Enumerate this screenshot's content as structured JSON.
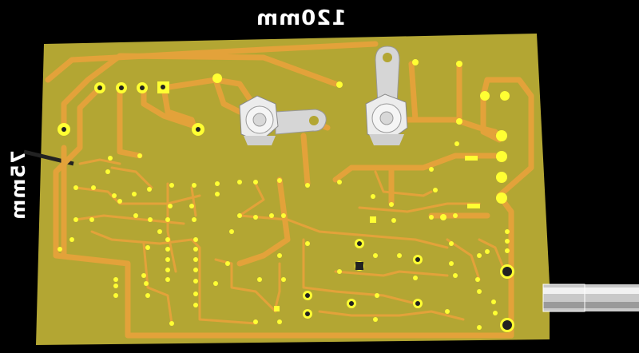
{
  "dimensions": {
    "width_label": "120mm",
    "height_label": "75mm"
  },
  "colors": {
    "background": "#000000",
    "board": "#b3a633",
    "trace": "#e3a23a",
    "pad": "#ffff33",
    "hardware": "#e8e8e8"
  },
  "components": {
    "mounting_hardware": [
      "nut-bolt-left",
      "nut-bolt-right"
    ],
    "connector": "potentiometer-shaft"
  }
}
